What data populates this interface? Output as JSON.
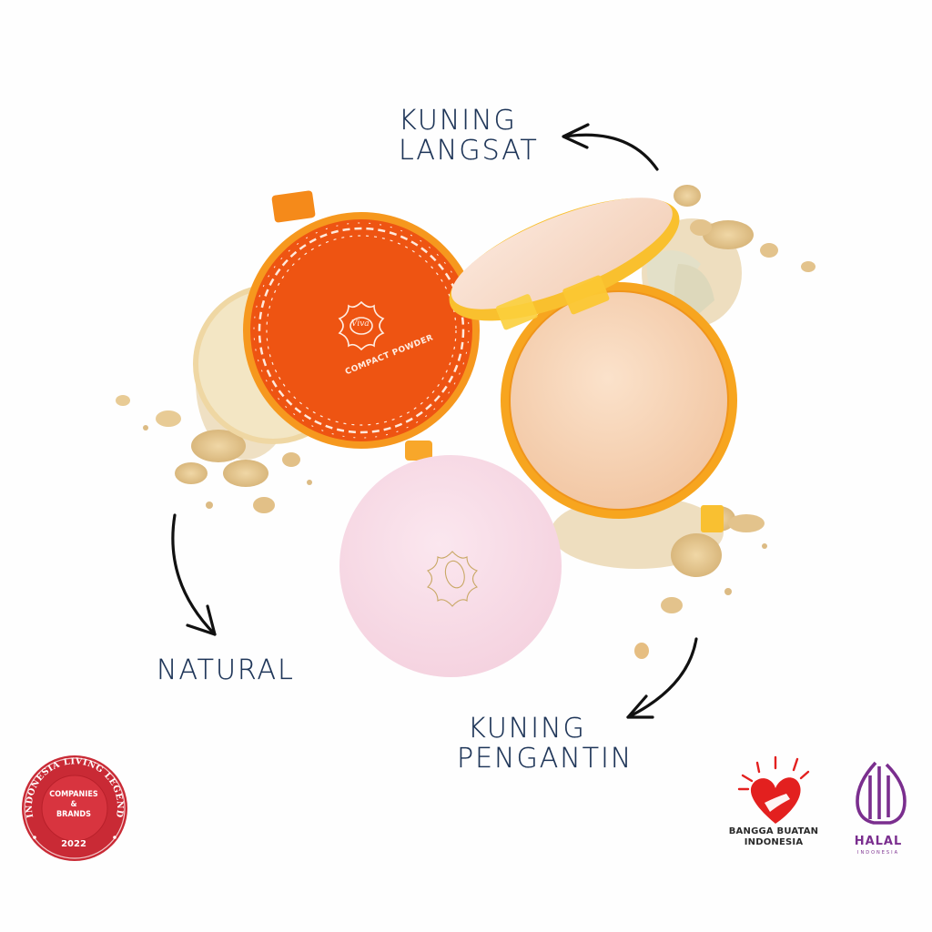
{
  "product": {
    "lid_text": "COMPACT POWDER",
    "brand_mark": "Viva"
  },
  "shades": [
    {
      "line1": "KUNING",
      "line2": "LANGSAT"
    },
    {
      "line1": "NATURAL",
      "line2": ""
    },
    {
      "line1": "KUNING",
      "line2": "PENGANTIN"
    }
  ],
  "badges": {
    "legend": {
      "ring_text": "INDONESIA LIVING LEGEND",
      "line1": "COMPANIES",
      "line2": "&",
      "line3": "BRANDS",
      "year": "2022",
      "color": "#d12d3a"
    },
    "bangga": {
      "line1": "BANGGA BUATAN",
      "line2": "INDONESIA",
      "color": "#e3201f"
    },
    "halal": {
      "title": "HALAL",
      "subtitle": "INDONESIA",
      "color": "#7a2e8e"
    }
  },
  "colors": {
    "label_text": "#1d3457",
    "orange_lid": "#ef5a12",
    "amber_case": "#f6a21c",
    "powder": "#f4cfb0",
    "puff": "#f8dbe6",
    "crumbs": "#e4c48c"
  }
}
